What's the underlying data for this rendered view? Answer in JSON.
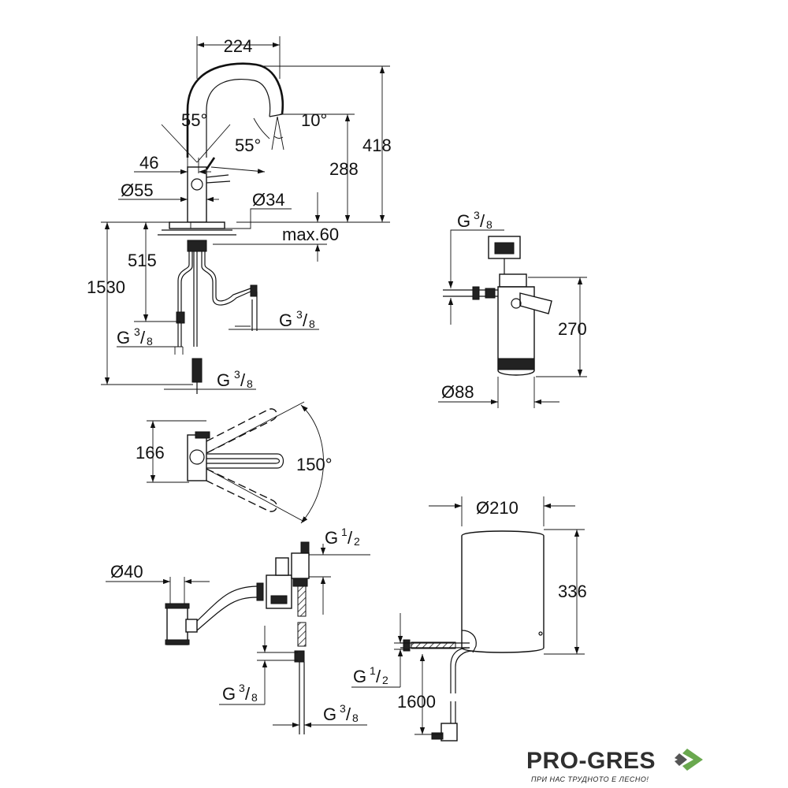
{
  "faucet_front": {
    "dims": {
      "width_224": "224",
      "height_418": "418",
      "height_288": "288",
      "angle_10": "10°",
      "angle_55_top": "55°",
      "angle_55_side": "55°",
      "dim_46": "46",
      "dia_55": "Ø55",
      "dia_34": "Ø34",
      "max_60": "max.60",
      "dim_515": "515",
      "dim_1530": "1530"
    },
    "threads": {
      "left": {
        "base": "G",
        "num": "3",
        "den": "8"
      },
      "right": {
        "base": "G",
        "num": "3",
        "den": "8"
      },
      "bottom": {
        "base": "G",
        "num": "3",
        "den": "8"
      }
    }
  },
  "faucet_top": {
    "dims": {
      "dim_166": "166",
      "angle_150": "150°"
    }
  },
  "filter": {
    "dims": {
      "height_270": "270",
      "dia_88": "Ø88"
    },
    "thread": {
      "base": "G",
      "num": "3",
      "den": "8"
    }
  },
  "valve": {
    "dims": {
      "dia_40": "Ø40"
    },
    "threads": {
      "top": {
        "base": "G",
        "num": "1",
        "den": "2"
      },
      "left": {
        "base": "G",
        "num": "3",
        "den": "8"
      },
      "right": {
        "base": "G",
        "num": "3",
        "den": "8"
      }
    }
  },
  "boiler": {
    "dims": {
      "dia_210": "Ø210",
      "height_336": "336",
      "len_1600": "1600"
    },
    "thread": {
      "base": "G",
      "num": "1",
      "den": "2"
    }
  },
  "logo": {
    "brand": "PRO-GRES",
    "tagline": "ПРИ НАС ТРУДНОТО Е ЛЕСНО!",
    "color": "#6aa84f"
  }
}
